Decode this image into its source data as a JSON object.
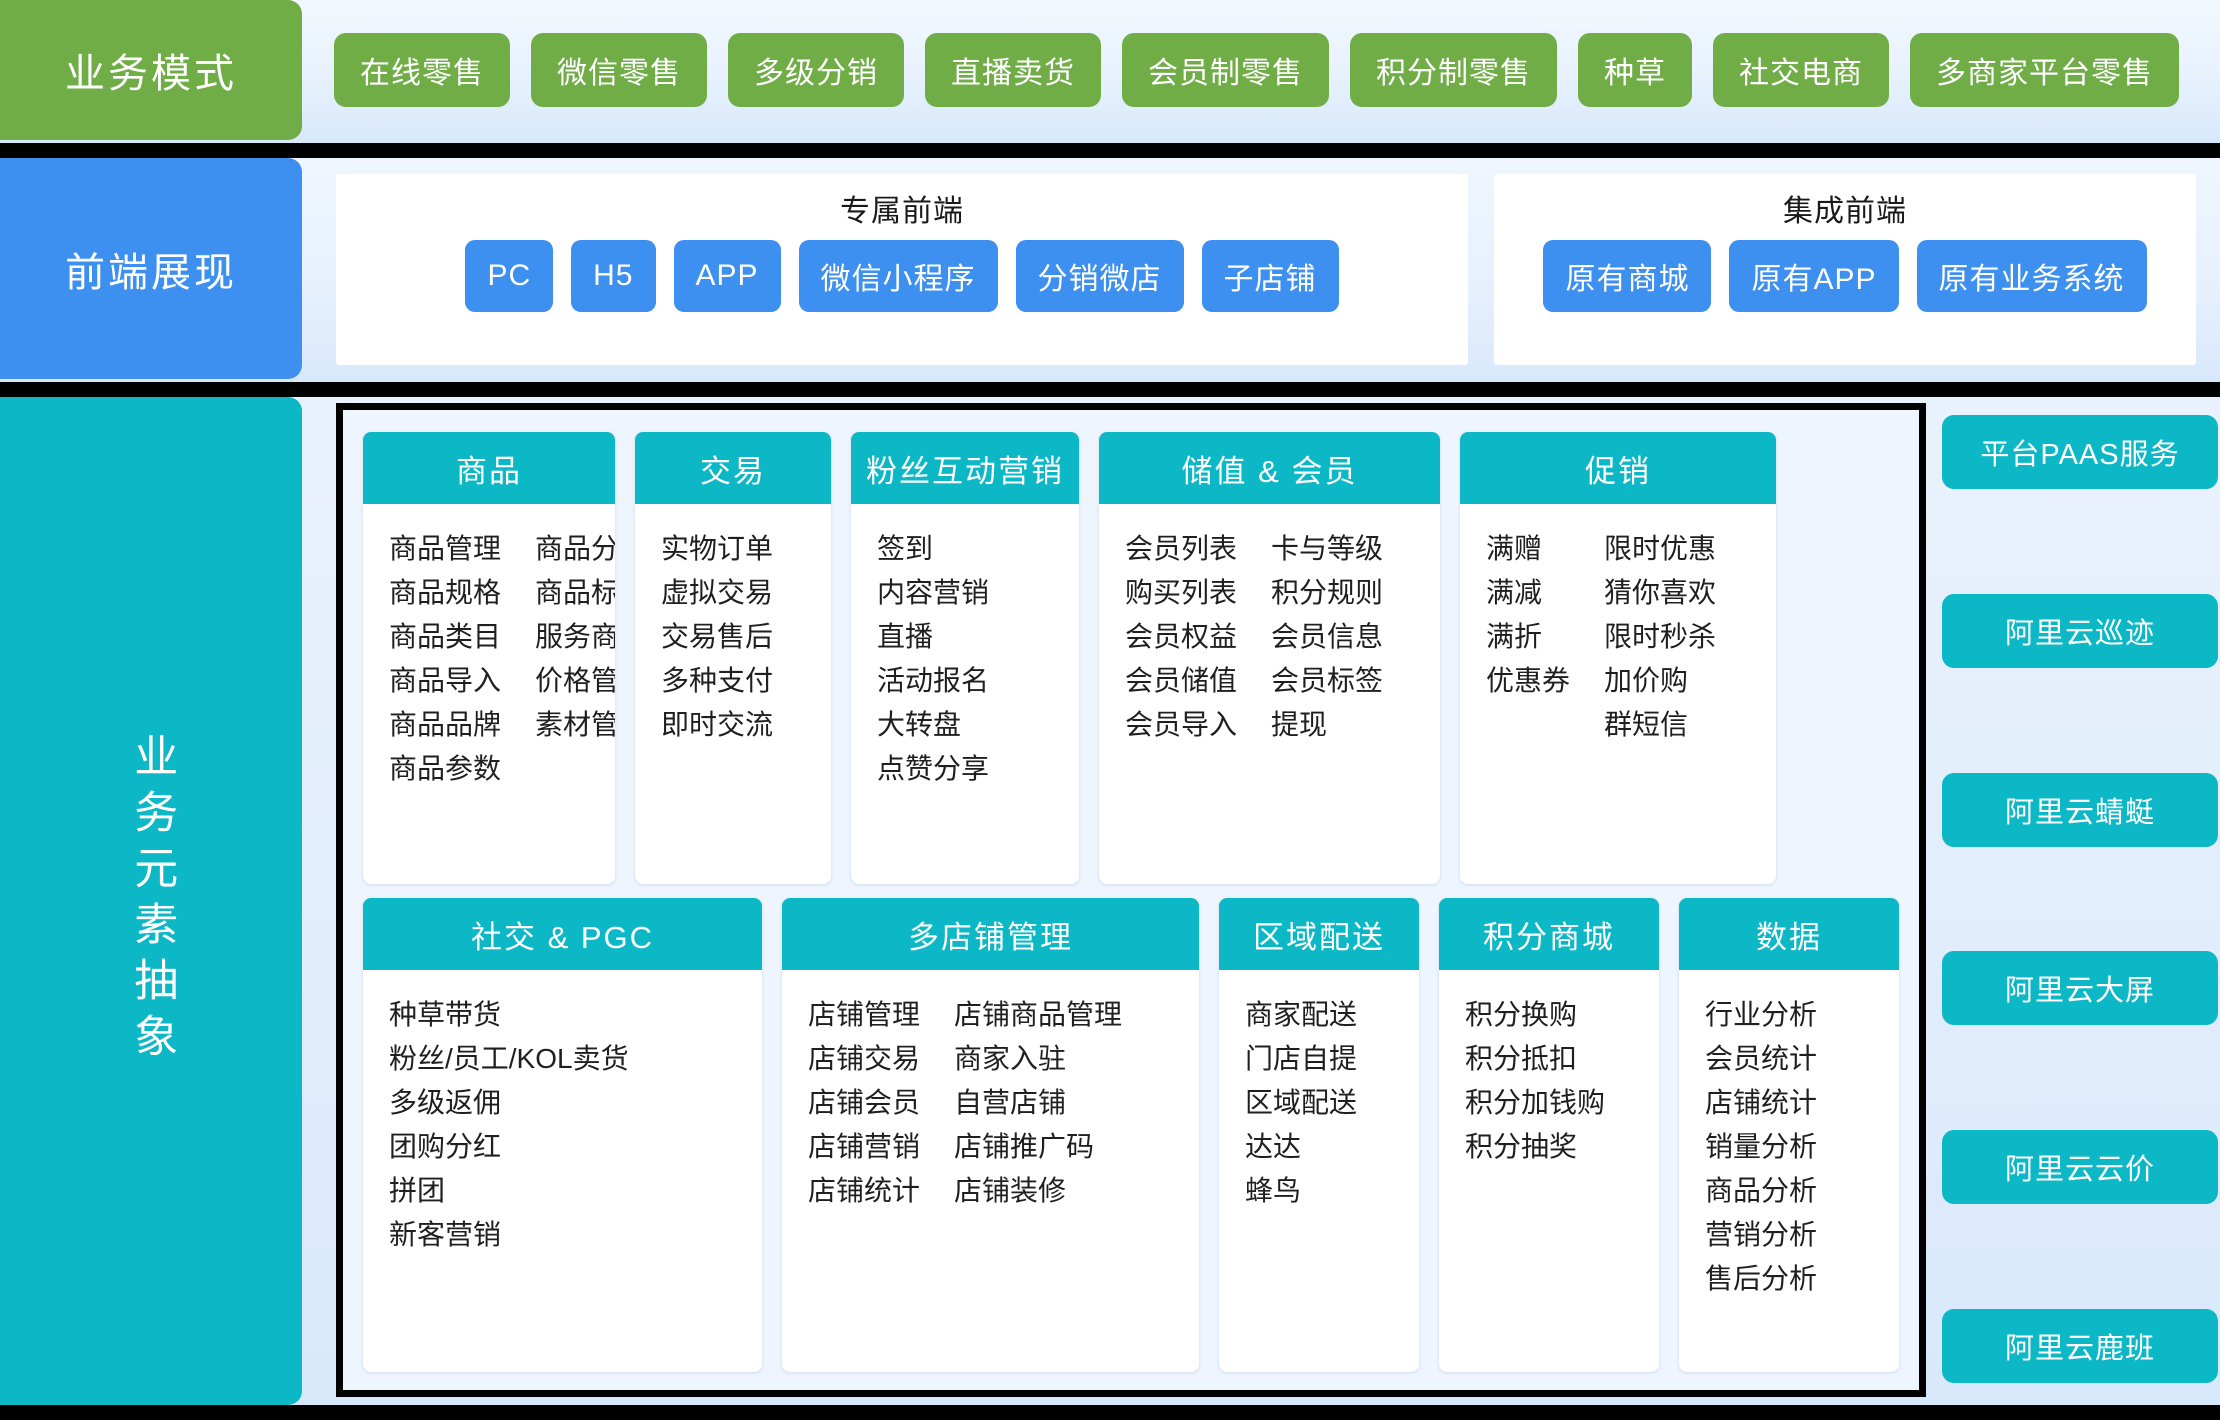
{
  "rows": {
    "business_mode": {
      "label": "业务模式",
      "chips": [
        "在线零售",
        "微信零售",
        "多级分销",
        "直播卖货",
        "会员制零售",
        "积分制零售",
        "种草",
        "社交电商",
        "多商家平台零售"
      ]
    },
    "frontend": {
      "label": "前端展现",
      "groups": [
        {
          "title": "专属前端",
          "chips": [
            "PC",
            "H5",
            "APP",
            "微信小程序",
            "分销微店",
            "子店铺"
          ]
        },
        {
          "title": "集成前端",
          "chips": [
            "原有商城",
            "原有APP",
            "原有业务系统"
          ]
        }
      ]
    },
    "business_elements": {
      "label": "业务元素抽象",
      "cards_row1": [
        {
          "title": "商品",
          "columns": [
            [
              "商品管理",
              "商品规格",
              "商品类目",
              "商品导入",
              "商品品牌",
              "商品参数"
            ],
            [
              "商品分类",
              "商品标签",
              "服务商品",
              "价格管理",
              "素材管理"
            ]
          ]
        },
        {
          "title": "交易",
          "columns": [
            [
              "实物订单",
              "虚拟交易",
              "交易售后",
              "多种支付",
              "即时交流"
            ]
          ]
        },
        {
          "title": "粉丝互动营销",
          "columns": [
            [
              "签到",
              "内容营销",
              "直播",
              "活动报名",
              "大转盘",
              "点赞分享"
            ]
          ]
        },
        {
          "title": "储值 & 会员",
          "columns": [
            [
              "会员列表",
              "购买列表",
              "会员权益",
              "会员储值",
              "会员导入"
            ],
            [
              "卡与等级",
              "积分规则",
              "会员信息",
              "会员标签",
              "提现"
            ]
          ]
        },
        {
          "title": "促销",
          "columns": [
            [
              "满赠",
              "满减",
              "满折",
              "优惠券"
            ],
            [
              "限时优惠",
              "猜你喜欢",
              "限时秒杀",
              "加价购",
              "群短信"
            ]
          ]
        }
      ],
      "cards_row2": [
        {
          "title": "社交 & PGC",
          "columns": [
            [
              "种草带货",
              "粉丝/员工/KOL卖货",
              "多级返佣",
              "团购分红",
              "拼团",
              "新客营销"
            ]
          ]
        },
        {
          "title": "多店铺管理",
          "columns": [
            [
              "店铺管理",
              "店铺交易",
              "店铺会员",
              "店铺营销",
              "店铺统计"
            ],
            [
              "店铺商品管理",
              "商家入驻",
              "自营店铺",
              "店铺推广码",
              "店铺装修"
            ]
          ]
        },
        {
          "title": "区域配送",
          "columns": [
            [
              "商家配送",
              "门店自提",
              "区域配送",
              "达达",
              "蜂鸟"
            ]
          ]
        },
        {
          "title": "积分商城",
          "columns": [
            [
              "积分换购",
              "积分抵扣",
              "积分加钱购",
              "积分抽奖"
            ]
          ]
        },
        {
          "title": "数据",
          "columns": [
            [
              "行业分析",
              "会员统计",
              "店铺统计",
              "销量分析",
              "商品分析",
              "营销分析",
              "售后分析"
            ]
          ]
        }
      ],
      "paas_chips": [
        "平台PAAS服务",
        "阿里云巡迹",
        "阿里云蜻蜓",
        "阿里云大屏",
        "阿里云云价",
        "阿里云鹿班"
      ]
    }
  },
  "colors": {
    "green": "#70ad47",
    "blue": "#3d90ef",
    "teal": "#0cb8c6",
    "background": "#e6f0fc",
    "border": "#000000"
  }
}
